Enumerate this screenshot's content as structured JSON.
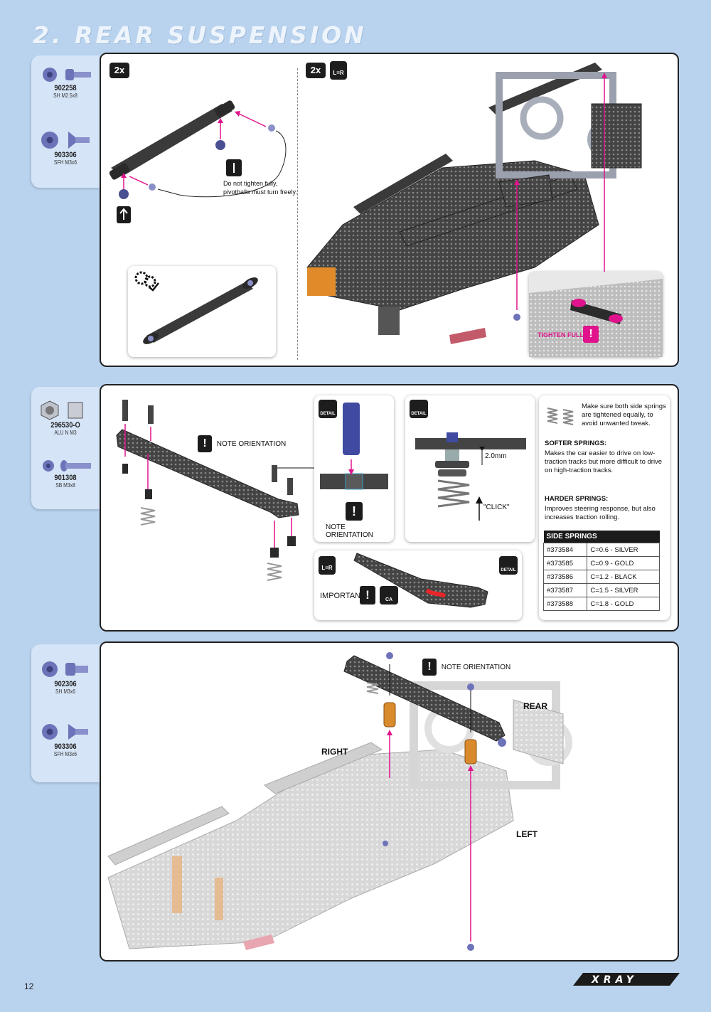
{
  "page": {
    "title": "2. REAR SUSPENSION",
    "page_number": "12",
    "brand": "XRAY"
  },
  "colors": {
    "background": "#b9d3ef",
    "accent": "#e0138c",
    "carbon": "#3a3a3a",
    "hardware": "#6a6fb5",
    "orange": "#e08a2a"
  },
  "step1": {
    "parts": [
      {
        "number": "902258",
        "desc": "SH M2.5x8",
        "icon": "socket-head-screw-icon"
      },
      {
        "number": "903306",
        "desc": "SFH M3x6",
        "icon": "flat-head-screw-icon"
      }
    ],
    "qty_left": "2x",
    "qty_right": "2x",
    "note_pivotballs": "Do not tighten fully, pivotballs must turn freely.",
    "tighten_fully": "TIGHTEN FULLY"
  },
  "step2": {
    "parts": [
      {
        "number": "296530-O",
        "desc": "ALU N M3",
        "icon": "hex-nut-icon"
      },
      {
        "number": "901308",
        "desc": "SB M3x8",
        "icon": "button-head-screw-icon"
      }
    ],
    "note_orientation": "NOTE ORIENTATION",
    "detail_note_orientation": "NOTE ORIENTATION",
    "dimension": "2.0mm",
    "click": "\"CLICK\"",
    "important": "IMPORTANT",
    "ca_label": "CA",
    "springs_intro": "Make sure both side springs are tightened equally, to avoid unwanted tweak.",
    "softer_title": "SOFTER SPRINGS:",
    "softer_text": "Makes the car easier to drive on low-traction tracks but more difficult to drive on high-traction tracks.",
    "harder_title": "HARDER SPRINGS:",
    "harder_text": "Improves steering response, but also increases traction rolling.",
    "table_header": "SIDE SPRINGS",
    "table_rows": [
      {
        "part": "#373584",
        "spec": "C=0.6 - SILVER"
      },
      {
        "part": "#373585",
        "spec": "C=0.9 - GOLD"
      },
      {
        "part": "#373586",
        "spec": "C=1.2 - BLACK"
      },
      {
        "part": "#373587",
        "spec": "C=1.5 - SILVER"
      },
      {
        "part": "#373588",
        "spec": "C=1.8 - GOLD"
      }
    ]
  },
  "step3": {
    "parts": [
      {
        "number": "902306",
        "desc": "SH M3x6",
        "icon": "socket-head-screw-icon"
      },
      {
        "number": "903306",
        "desc": "SFH M3x6",
        "icon": "flat-head-screw-icon"
      }
    ],
    "note_orientation": "NOTE ORIENTATION",
    "rear": "REAR",
    "right": "RIGHT",
    "left": "LEFT"
  }
}
